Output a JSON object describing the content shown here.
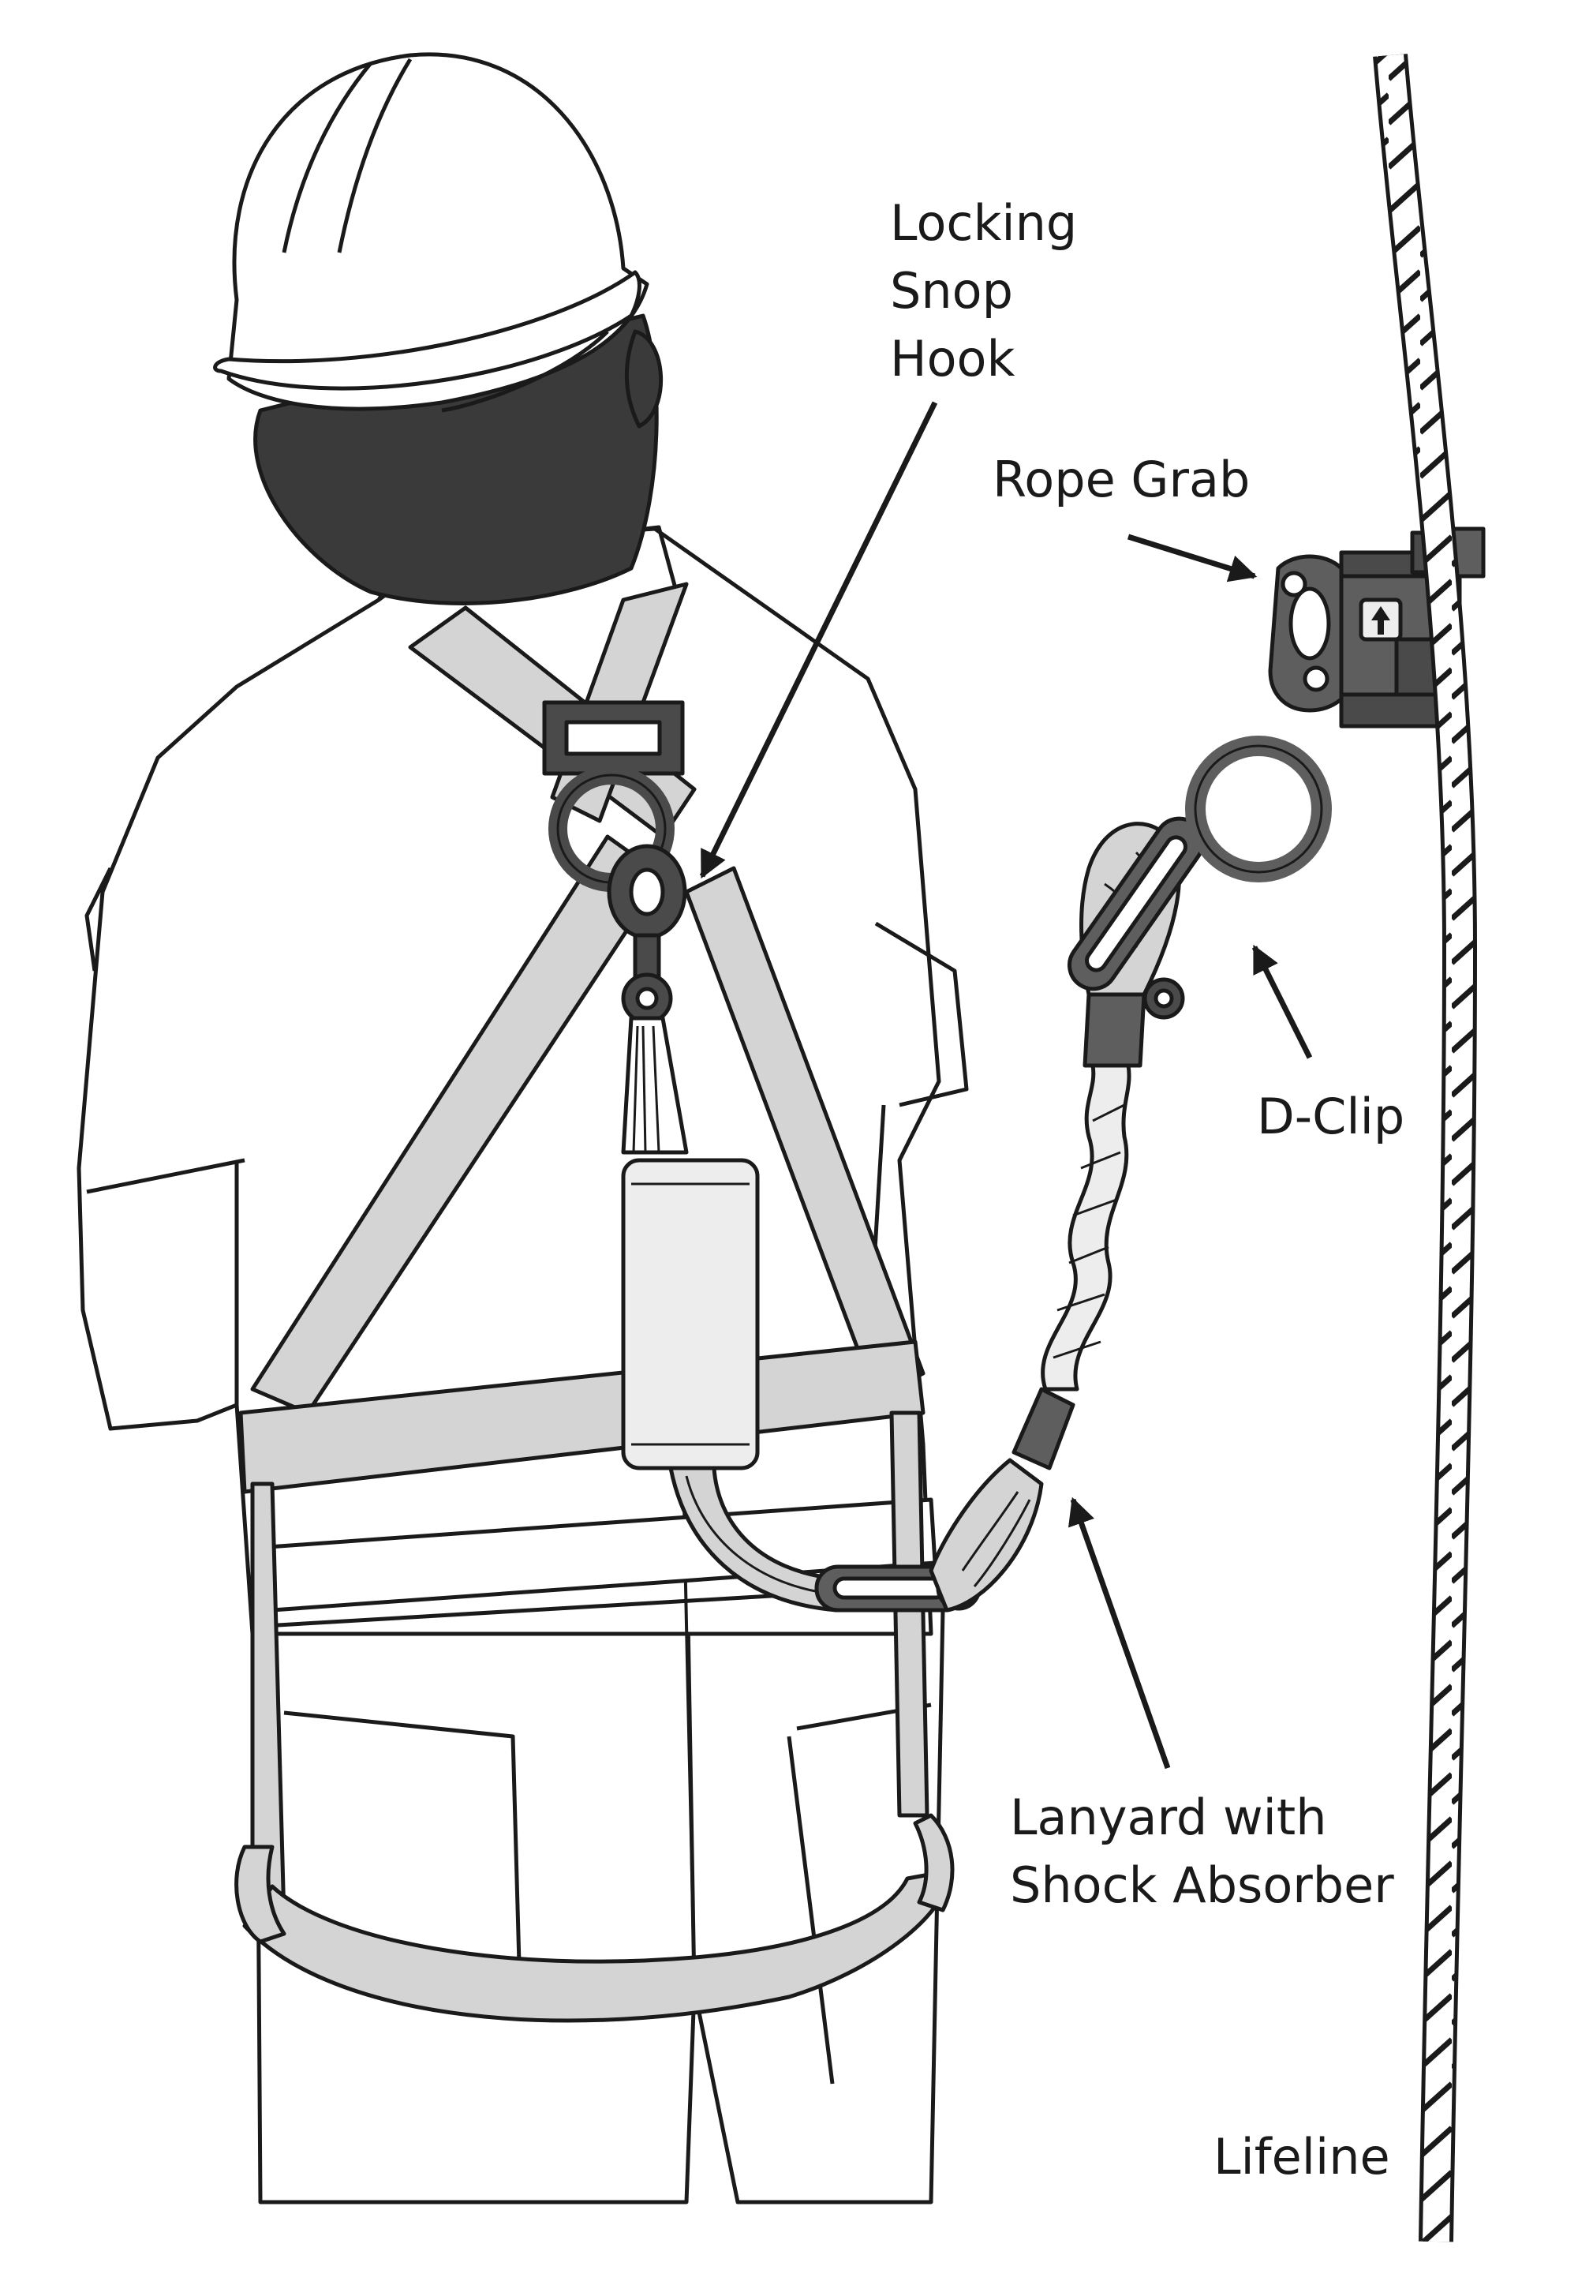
{
  "colors": {
    "ink": "#1a1a1a",
    "skin": "#3a3a3a",
    "strap": "#d4d4d4",
    "metal": "#5e5e5e",
    "metal_dark": "#4a4a4a",
    "absorber": "#ededed",
    "background": "#ffffff"
  },
  "labels": {
    "snap_hook": [
      "Locking",
      "Snop",
      "Hook"
    ],
    "rope_grab": "Rope Grab",
    "d_clip": "D-Clip",
    "lanyard": [
      "Lanyard with",
      "Shock Absorber"
    ],
    "lifeline": "Lifeline"
  },
  "icons": {
    "arrow": "arrow-icon",
    "up_arrow": "up-arrow-icon"
  }
}
